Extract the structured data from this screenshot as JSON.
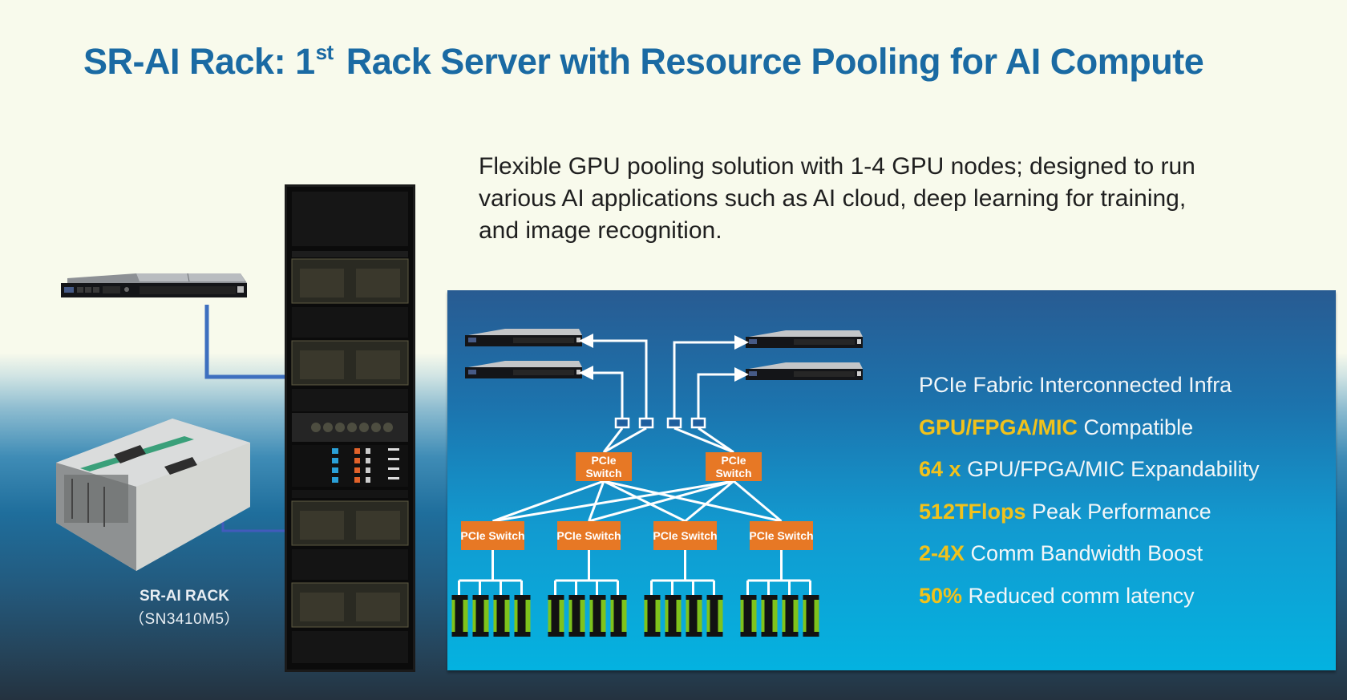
{
  "slide": {
    "title_prefix": "SR-AI Rack: 1",
    "title_sup": "st",
    "title_suffix": " Rack Server with Resource Pooling for AI Compute",
    "intro_lines": [
      "Flexible GPU pooling solution with 1-4 GPU nodes; designed to run",
      "various AI applications such as AI cloud, deep learning for training,",
      "and image recognition."
    ]
  },
  "left": {
    "product_name": "SR-AI RACK",
    "product_model": "（SN3410M5）"
  },
  "diagram": {
    "top_switches": [
      {
        "line1": "PCIe",
        "line2": "Switch"
      },
      {
        "line1": "PCIe",
        "line2": "Switch"
      }
    ],
    "bottom_switches": [
      "PCIe Switch",
      "PCIe Switch",
      "PCIe Switch",
      "PCIe Switch"
    ],
    "server_nodes": 4,
    "ports": 4,
    "gpus_per_switch": 4,
    "colors": {
      "switch": "#e77825",
      "line": "#ffffff",
      "port_fill": "#1f5f9e",
      "gpu_body": "#121212",
      "gpu_accent": "#7fc31c"
    }
  },
  "features": [
    {
      "highlight": "",
      "text": "PCIe Fabric Interconnected Infra"
    },
    {
      "highlight": "GPU/FPGA/MIC",
      "text": " Compatible"
    },
    {
      "highlight": "64 x",
      "text": " GPU/FPGA/MIC  Expandability"
    },
    {
      "highlight": "512TFlops",
      "text": " Peak Performance"
    },
    {
      "highlight": "2-4X",
      "text": "  Comm Bandwidth Boost"
    },
    {
      "highlight": "50%",
      "text": " Reduced comm latency"
    }
  ],
  "colors": {
    "title": "#1a6aa3",
    "highlight": "#f1c21b",
    "connector": "#3d6fbf"
  }
}
